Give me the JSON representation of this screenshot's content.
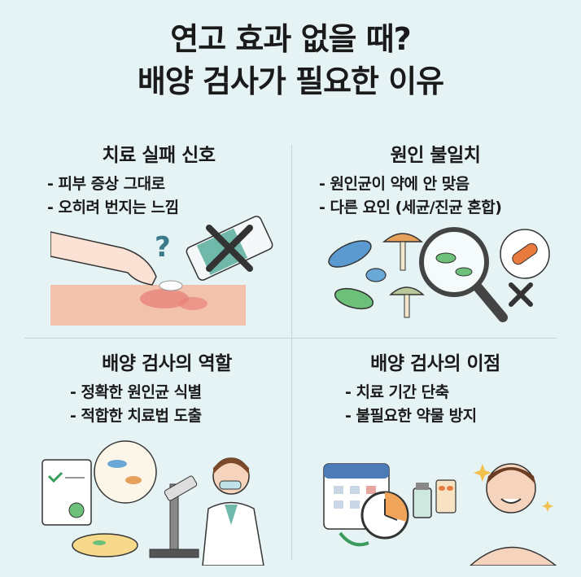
{
  "title": {
    "line1": "연고 효과 없을 때?",
    "line2": "배양 검사가 필요한 이유"
  },
  "sections": [
    {
      "heading": "치료 실패 신호",
      "bullets": [
        "- 피부 증상 그대로",
        "- 오히려 번지는 느낌"
      ]
    },
    {
      "heading": "원인 불일치",
      "bullets": [
        "- 원인균이 약에 안 맞음",
        "- 다른 요인 (세균/진균 혼합)"
      ]
    },
    {
      "heading": "배양 검사의 역할",
      "bullets": [
        "- 정확한 원인균 식별",
        "- 적합한 치료법 도출"
      ]
    },
    {
      "heading": "배양 검사의 이점",
      "bullets": [
        "- 치료 기간 단축",
        "- 불필요한 약물 방지"
      ]
    }
  ],
  "illustrations": {
    "q1_question_mark": "?"
  }
}
